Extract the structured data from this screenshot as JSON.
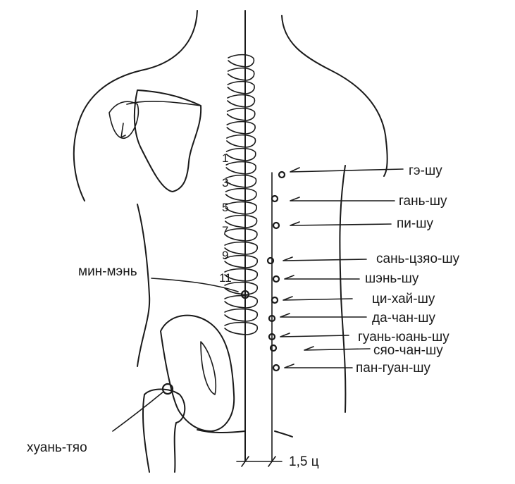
{
  "labels": {
    "ge_shu": "гэ-шу",
    "gan_shu": "гань-шу",
    "pi_shu": "пи-шу",
    "san_jiao_shu": "сань-цзяо-шу",
    "shen_shu": "шэнь-шу",
    "qi_hai_shu": "ци-хай-шу",
    "da_chang_shu": "да-чан-шу",
    "guan_yuan_shu": "гуань-юань-шу",
    "xiao_chang_shu": "сяо-чан-шу",
    "pang_guang_shu": "пан-гуан-шу",
    "ming_men": "мин-мэнь",
    "huan_tiao": "хуань-тяо",
    "measure": "1,5 ц"
  },
  "vertebra_numbers": [
    "1",
    "3",
    "5",
    "7",
    "9",
    "11"
  ]
}
